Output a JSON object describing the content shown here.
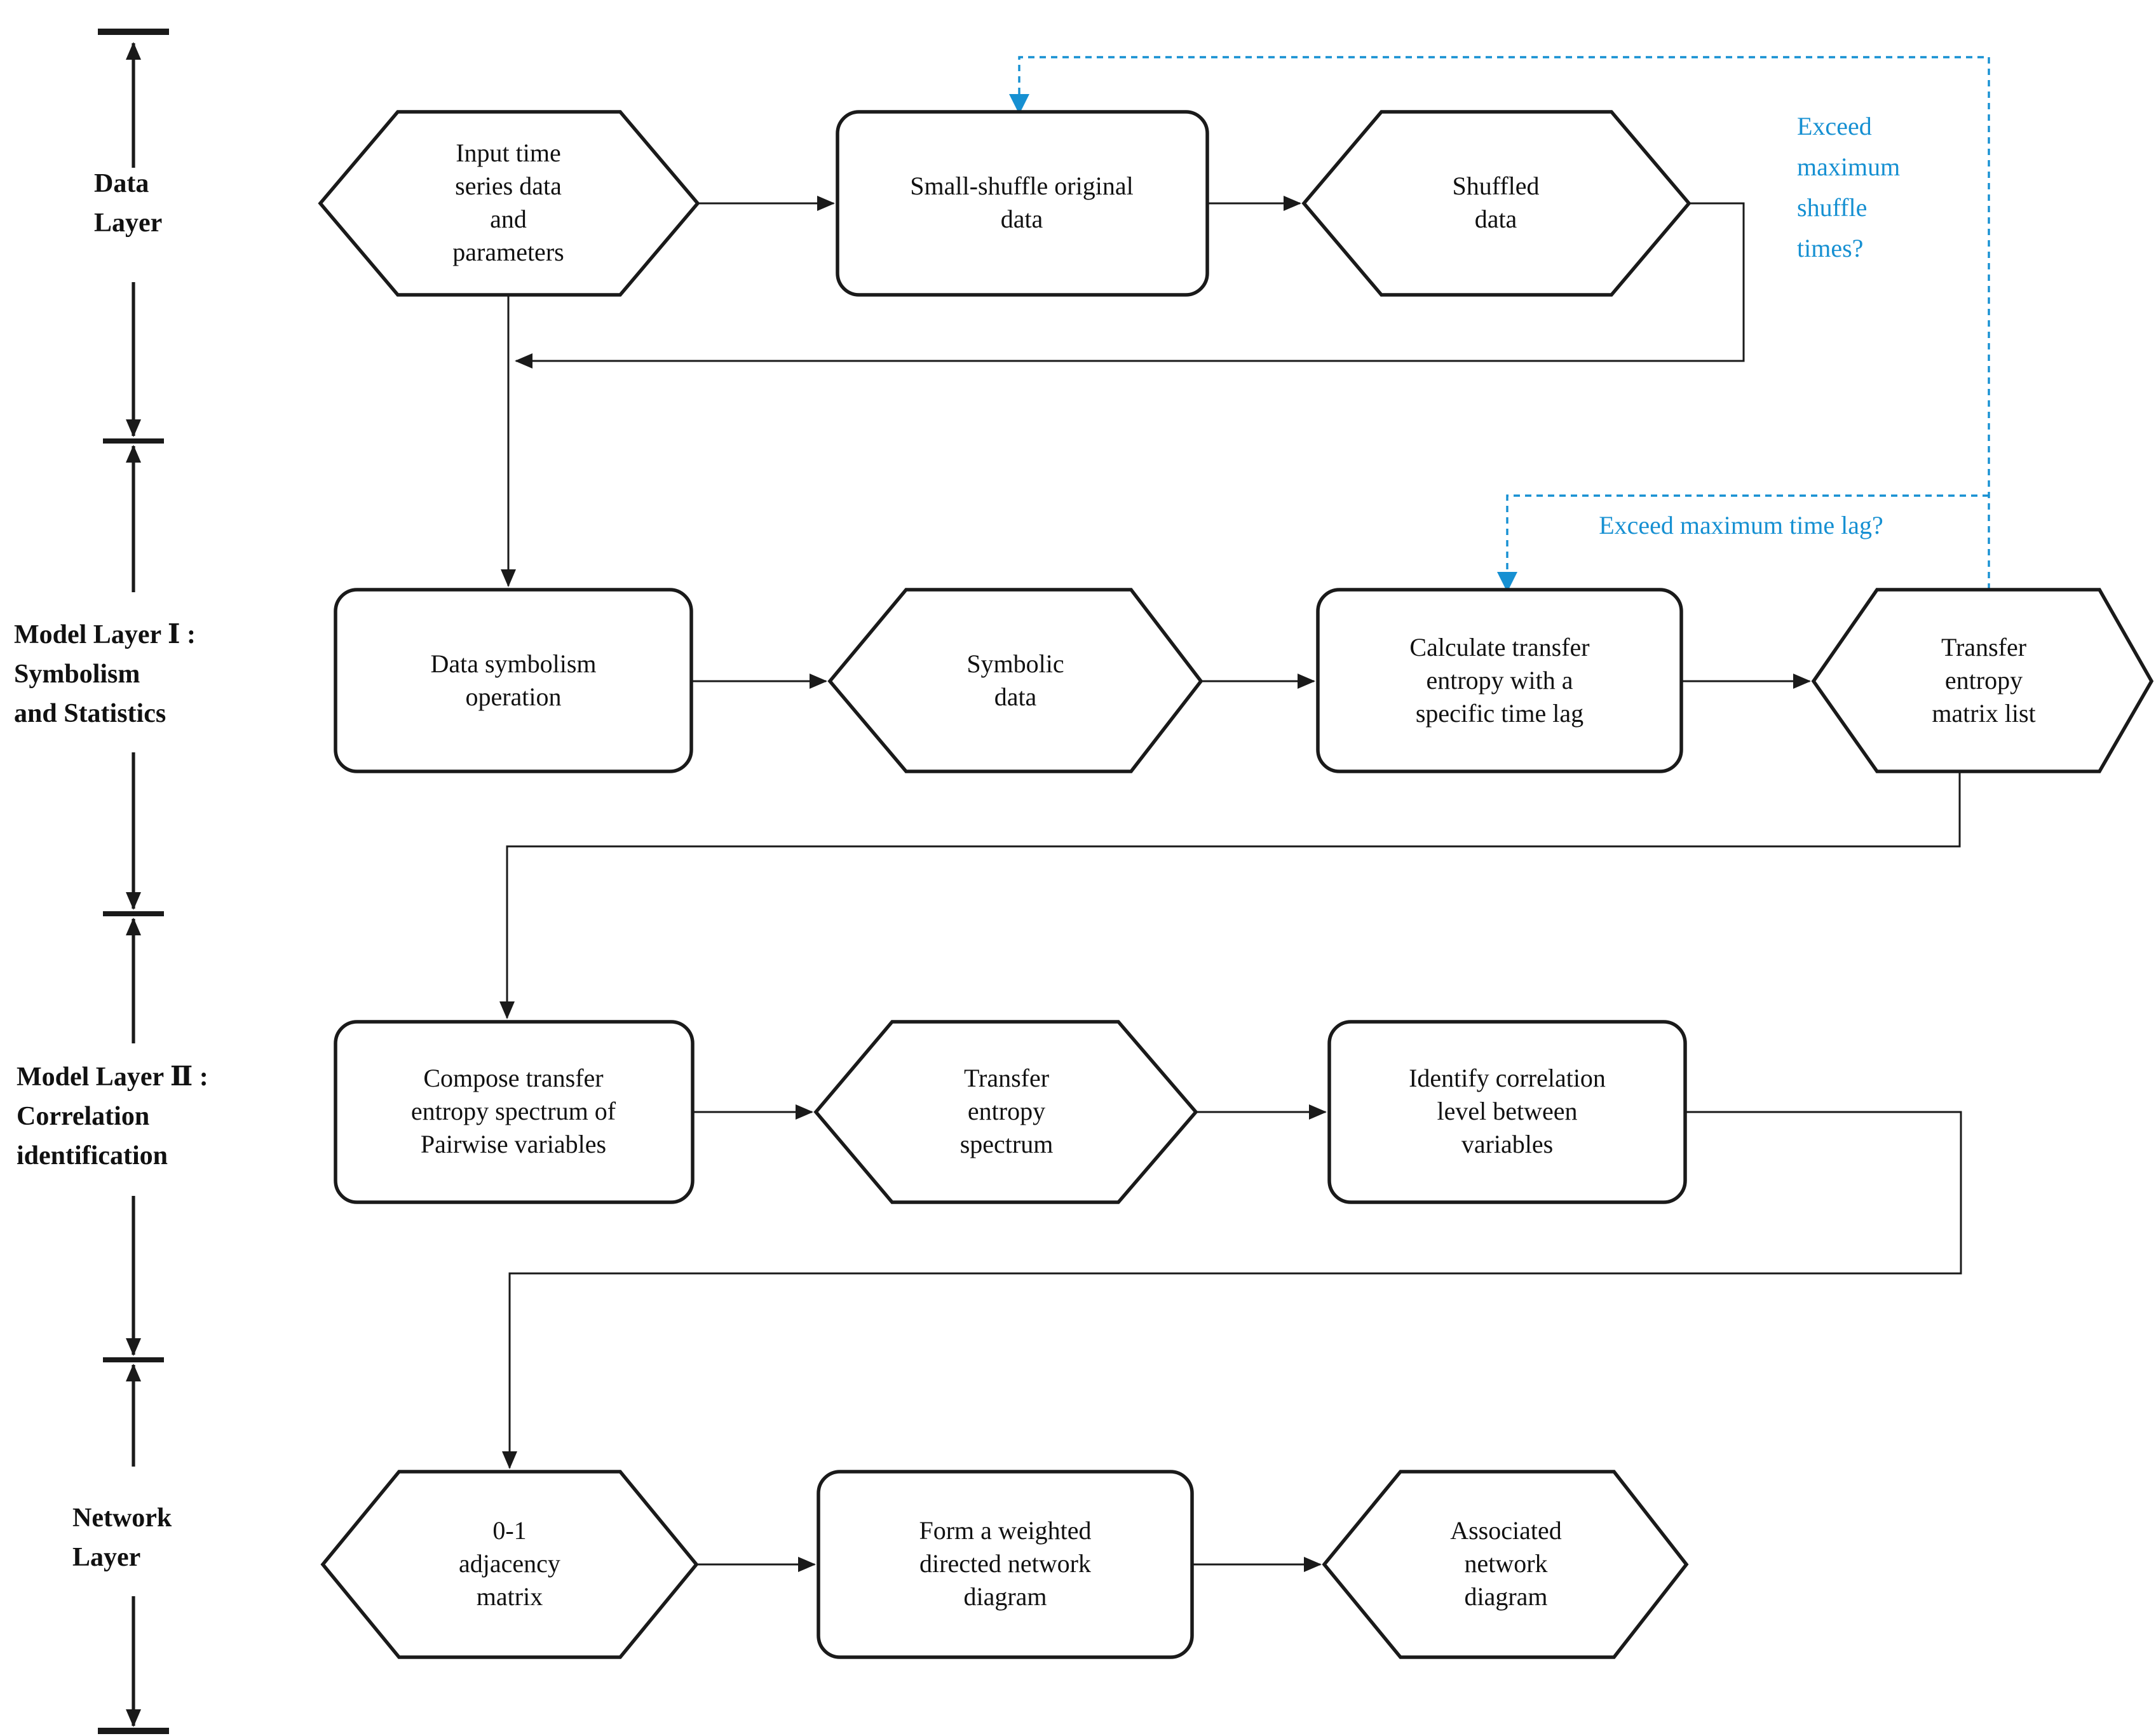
{
  "diagram": {
    "title": "",
    "colors": {
      "line": "#1a1a1a",
      "feedback_accent": "#1690d2",
      "background": "#ffffff"
    },
    "layers": [
      {
        "label": "Data\nLayer"
      },
      {
        "label": "Model Layer Ⅰ :\nSymbolism\nand Statistics"
      },
      {
        "label": "Model Layer Ⅱ :\nCorrelation\nidentification"
      },
      {
        "label": "Network\nLayer"
      }
    ],
    "nodes": {
      "input": {
        "shape": "hexagon",
        "label": "Input time\nseries data\nand\nparameters"
      },
      "small_shuffle": {
        "shape": "rounded-rect",
        "label": "Small-shuffle original\ndata"
      },
      "shuffled": {
        "shape": "hexagon",
        "label": "Shuffled\ndata"
      },
      "data_symbolism": {
        "shape": "rounded-rect",
        "label": "Data symbolism\noperation"
      },
      "symbolic": {
        "shape": "hexagon",
        "label": "Symbolic\ndata"
      },
      "calculate": {
        "shape": "rounded-rect",
        "label": "Calculate transfer\nentropy with a\nspecific time lag"
      },
      "matrix_list": {
        "shape": "hexagon",
        "label": "Transfer\nentropy\nmatrix list"
      },
      "compose": {
        "shape": "rounded-rect",
        "label": "Compose transfer\nentropy spectrum of\nPairwise variables"
      },
      "spectrum": {
        "shape": "hexagon",
        "label": "Transfer\nentropy\nspectrum"
      },
      "identify": {
        "shape": "rounded-rect",
        "label": "Identify correlation\nlevel between\nvariables"
      },
      "adjacency": {
        "shape": "hexagon",
        "label": "0-1\nadjacency\nmatrix"
      },
      "form": {
        "shape": "rounded-rect",
        "label": "Form a weighted\ndirected network\ndiagram"
      },
      "associated": {
        "shape": "hexagon",
        "label": "Associated\nnetwork\ndiagram"
      }
    },
    "edges": [
      {
        "from": "input",
        "to": "small_shuffle"
      },
      {
        "from": "small_shuffle",
        "to": "shuffled"
      },
      {
        "from": "shuffled",
        "to": "main-stream-merge"
      },
      {
        "from": "input",
        "to": "data_symbolism"
      },
      {
        "from": "data_symbolism",
        "to": "symbolic"
      },
      {
        "from": "symbolic",
        "to": "calculate"
      },
      {
        "from": "calculate",
        "to": "matrix_list"
      },
      {
        "from": "matrix_list",
        "to": "compose"
      },
      {
        "from": "compose",
        "to": "spectrum"
      },
      {
        "from": "spectrum",
        "to": "identify"
      },
      {
        "from": "identify",
        "to": "adjacency"
      },
      {
        "from": "adjacency",
        "to": "form"
      },
      {
        "from": "form",
        "to": "associated"
      }
    ],
    "feedback": {
      "shuffle_question": "Exceed\nmaximum\nshuffle\ntimes?",
      "shuffle_loop": {
        "from": "matrix_list",
        "to": "small_shuffle"
      },
      "timelag_question": "Exceed maximum time lag?",
      "timelag_loop": {
        "from": "matrix_list",
        "to": "calculate"
      }
    }
  }
}
